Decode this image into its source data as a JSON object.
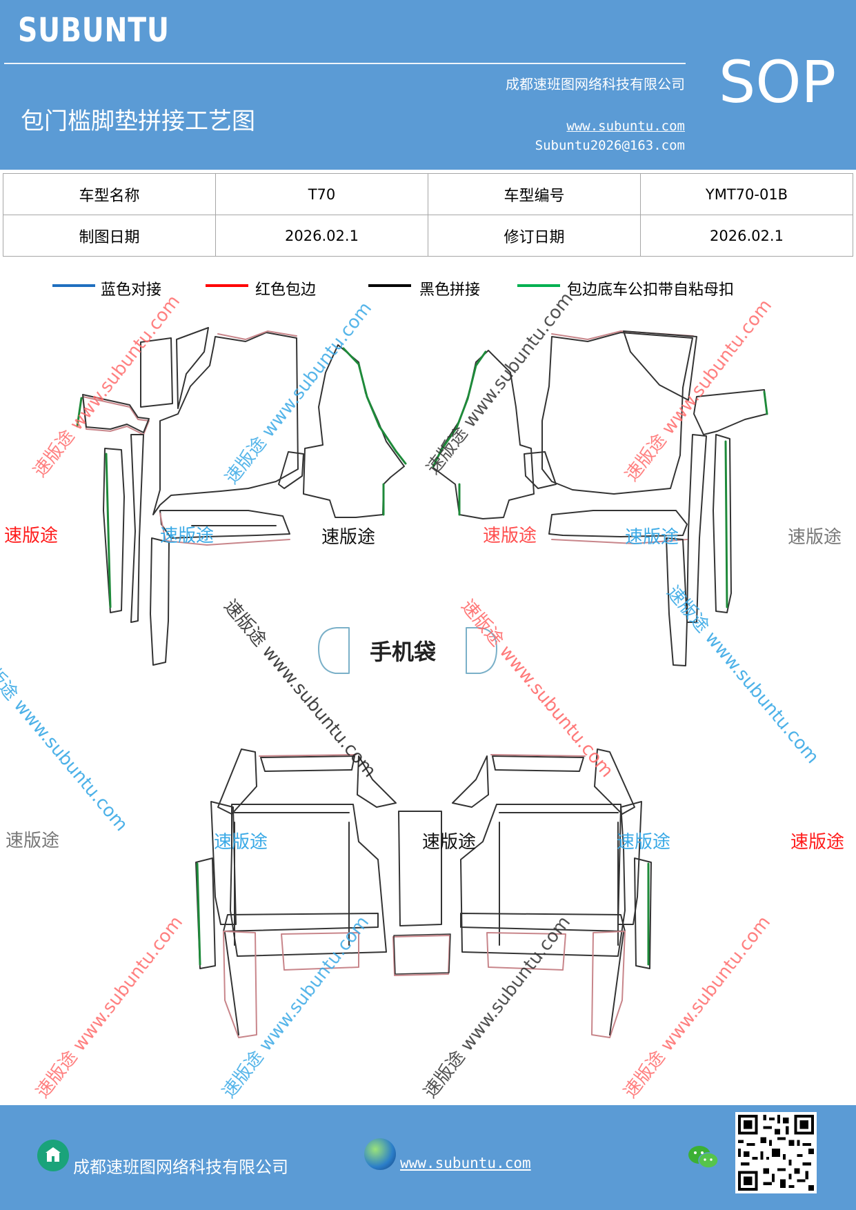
{
  "header": {
    "brand": "SUBUNTU",
    "company": "成都速班图网络科技有限公司",
    "title": "包门槛脚垫拼接工艺图",
    "website": "www.subuntu.com",
    "email": "Subuntu2026@163.com",
    "badge": "SOP",
    "background": "#5b9bd5"
  },
  "info_table": {
    "rows": [
      [
        "车型名称",
        "T70",
        "车型编号",
        "YMT70-01B"
      ],
      [
        "制图日期",
        "2026.02.1",
        "修订日期",
        "2026.02.1"
      ]
    ]
  },
  "legend": [
    {
      "label": "蓝色对接",
      "color": "#1f6fbf"
    },
    {
      "label": "红色包边",
      "color": "#ff0000"
    },
    {
      "label": "黑色拼接",
      "color": "#000000"
    },
    {
      "label": "包边底车公扣带自粘母扣",
      "color": "#00b050"
    }
  ],
  "diagram": {
    "center_label": "手机袋",
    "watermark_word": "速版途",
    "watermark_url": "www.subuntu.com",
    "watermark_combo": "速版途 www.subuntu.com"
  },
  "footer": {
    "company": "成都速班图网络科技有限公司",
    "website": "www.subuntu.com ",
    "icons": [
      "building-icon",
      "globe-icon",
      "wechat-icon",
      "qr-code"
    ]
  }
}
